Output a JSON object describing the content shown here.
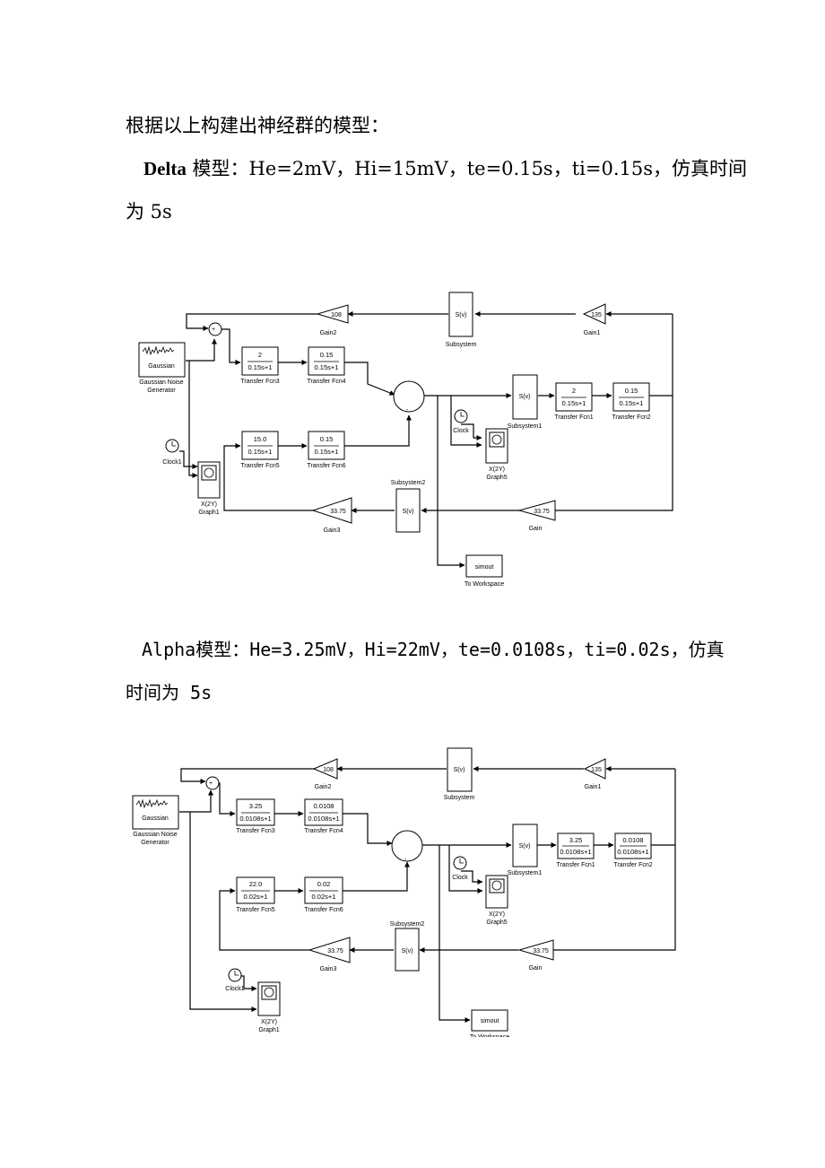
{
  "intro": "根据以上构建出神经群的模型：",
  "delta": {
    "line1_prefix": "Delta",
    "line1_text": " 模型：He=2mV，Hi=15mV，te=0.15s，ti=0.15s，仿真时间",
    "line2_text": "为 5s",
    "blocks": {
      "noise_inner": "Gaussian",
      "noise_label1": "Gaussian Noise",
      "noise_label2": "Generator",
      "tf3_num": "2",
      "tf3_den": "0.15s+1",
      "tf3_label": "Transfer Fcn3",
      "tf4_num": "0.15",
      "tf4_den": "0.15s+1",
      "tf4_label": "Transfer Fcn4",
      "tf5_num": "15.0",
      "tf5_den": "0.15s+1",
      "tf5_label": "Transfer Fcn5",
      "tf6_num": "0.15",
      "tf6_den": "0.15s+1",
      "tf6_label": "Transfer Fcn6",
      "tf1_num": "2",
      "tf1_den": "0.15s+1",
      "tf1_label": "Transfer Fcn1",
      "tf2_num": "0.15",
      "tf2_den": "0.15s+1",
      "tf2_label": "Transfer Fcn2",
      "gain2_val": "108",
      "gain2_label": "Gain2",
      "gain1_val": "135",
      "gain1_label": "Gain1",
      "gain_val": "33.75",
      "gain_label": "Gain",
      "gain3_val": "33.75",
      "gain3_label": "Gain3",
      "subsystem_inner": "S(v)",
      "subsystem_label": "Subsystem",
      "subsystem1_inner": "S(v)",
      "subsystem1_label": "Subsystem1",
      "subsystem2_inner": "S(v)",
      "subsystem2_label": "Subsystem2",
      "clock_label": "Clock",
      "clock1_label": "Clock1",
      "graph5_sub": "X(2Y)",
      "graph5_label": "Graph5",
      "graph1_sub": "X(2Y)",
      "graph1_label": "Graph1",
      "simout": "simout",
      "workspace_label": "To Workspace"
    }
  },
  "alpha": {
    "line1_prefix": "Alpha",
    "line1_text": "模型：He=3.25mV，Hi=22mV，te=0.0108s，ti=0.02s，仿真",
    "line2_text": "时间为 5s",
    "blocks": {
      "noise_inner": "Gaussian",
      "noise_label1": "Gaussian Noise",
      "noise_label2": "Generator",
      "tf3_num": "3.25",
      "tf3_den": "0.0108s+1",
      "tf3_label": "Transfer Fcn3",
      "tf4_num": "0.0108",
      "tf4_den": "0.0108s+1",
      "tf4_label": "Transfer Fcn4",
      "tf5_num": "22.0",
      "tf5_den": "0.02s+1",
      "tf5_label": "Transfer Fcn5",
      "tf6_num": "0.02",
      "tf6_den": "0.02s+1",
      "tf6_label": "Transfer Fcn6",
      "tf1_num": "3.25",
      "tf1_den": "0.0108s+1",
      "tf1_label": "Transfer Fcn1",
      "tf2_num": "0.0108",
      "tf2_den": "0.0108s+1",
      "tf2_label": "Transfer Fcn2",
      "gain2_val": "108",
      "gain2_label": "Gain2",
      "gain1_val": "135",
      "gain1_label": "Gain1",
      "gain_val": "33.75",
      "gain_label": "Gain",
      "gain3_val": "33.75",
      "gain3_label": "Gain3",
      "subsystem_inner": "S(v)",
      "subsystem_label": "Subsystem",
      "subsystem1_inner": "S(v)",
      "subsystem1_label": "Subsystem1",
      "subsystem2_inner": "S(v)",
      "subsystem2_label": "Subsystem2",
      "clock_label": "Clock",
      "clock1_label": "Clock1",
      "graph5_sub": "X(2Y)",
      "graph5_label": "Graph5",
      "graph1_sub": "X(2Y)",
      "graph1_label": "Graph1",
      "simout": "simout",
      "workspace_label": "To Workspace"
    }
  }
}
